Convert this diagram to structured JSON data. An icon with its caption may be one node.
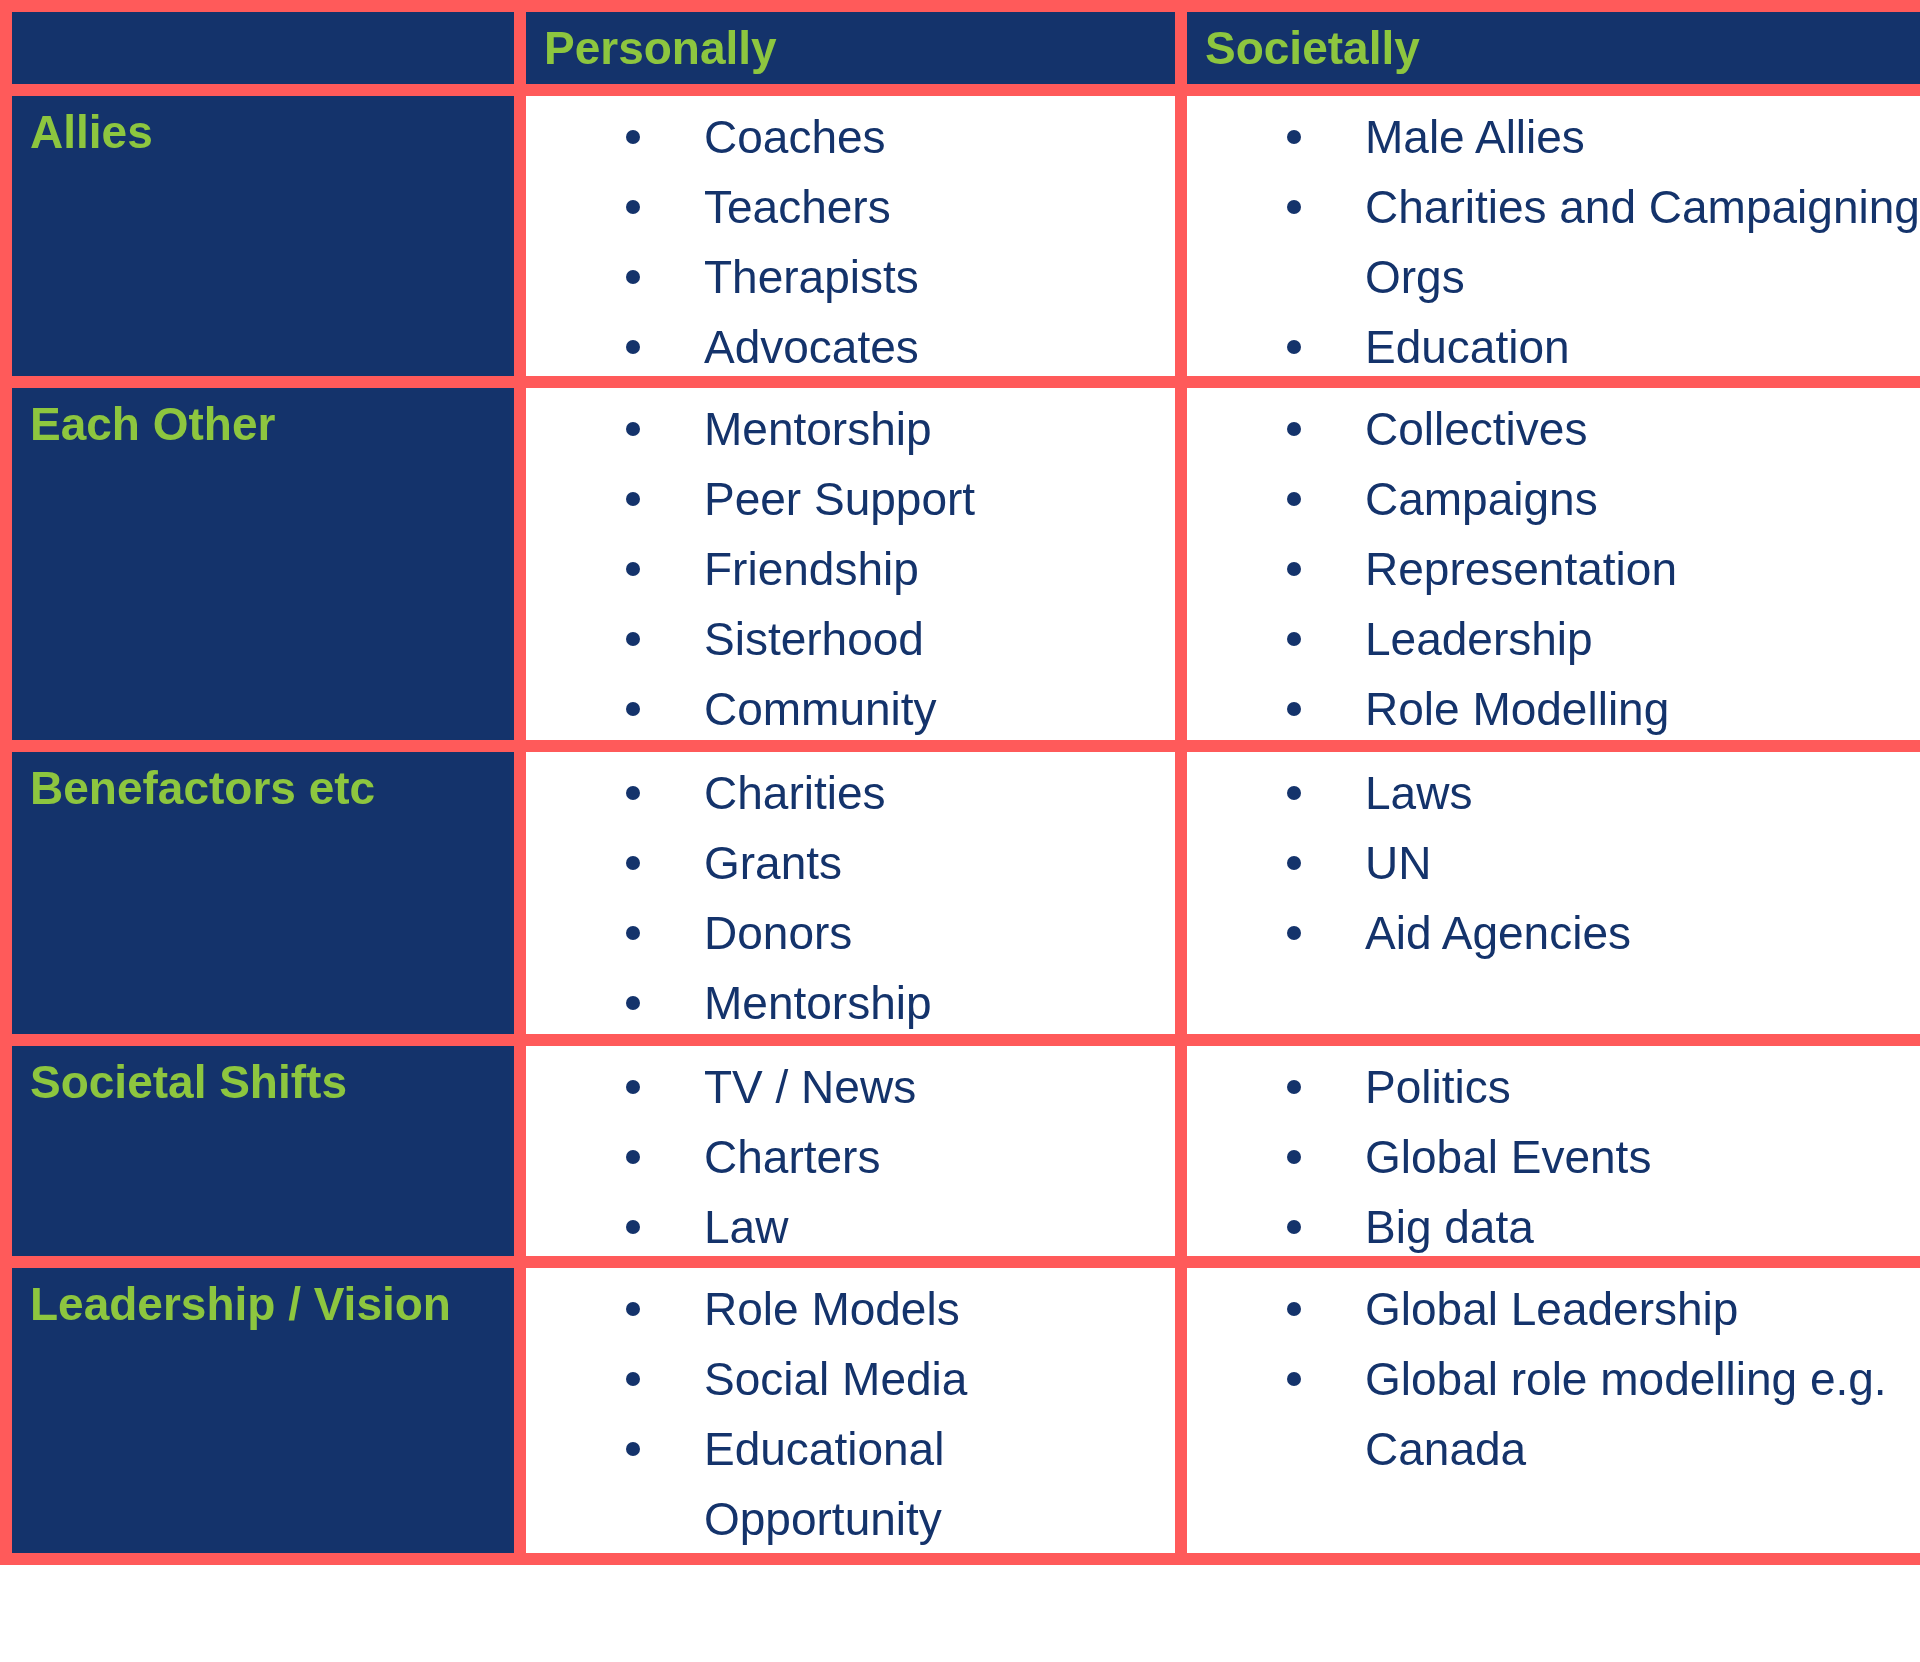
{
  "diagram": {
    "labels": [
      "Personally",
      "Societally",
      "Allies",
      "Coaches",
      "Teachers",
      "Therapists",
      "Advocates",
      "Male Allies",
      "Charities and Campaigning Orgs",
      "Education",
      "Each Other",
      "Mentorship",
      "Peer Support",
      "Friendship",
      "Sisterhood",
      "Community",
      "Collectives",
      "Campaigns",
      "Representation",
      "Leadership",
      "Role Modelling",
      "Benefactors etc",
      "Charities",
      "Grants",
      "Donors",
      "Mentorship",
      "Laws",
      "UN",
      "Aid Agencies",
      "Societal Shifts",
      "TV / News",
      "Charters",
      "Law",
      "Politics",
      "Global Events",
      "Big data",
      "Leadership / Vision",
      "Role Models",
      "Social Media",
      "Educational Opportunity",
      "Global Leadership",
      "Global role modelling e.g. Canada"
    ]
  }
}
